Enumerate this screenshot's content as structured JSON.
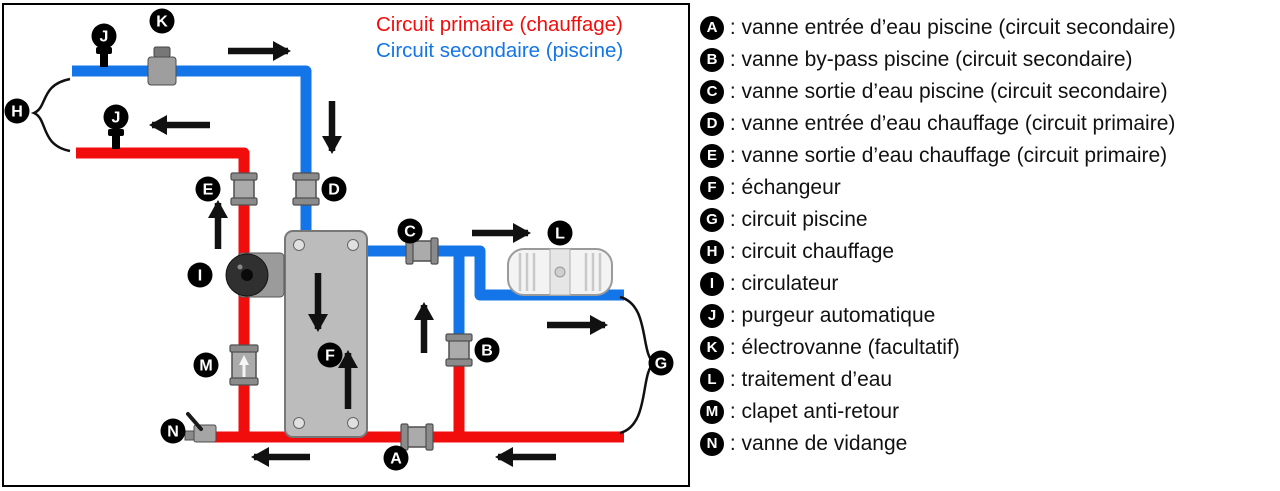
{
  "colors": {
    "primary_red": "#f20d0d",
    "secondary_blue": "#1375e8",
    "component_gray": "#ababab",
    "exchanger_gray": "#bcbcbc",
    "badge_black": "#000000",
    "arrow_black": "#111111"
  },
  "diagram": {
    "title_primary": "Circuit primaire (chauffage)",
    "title_secondary": "Circuit secondaire (piscine)",
    "badges": {
      "A": "A",
      "B": "B",
      "C": "C",
      "D": "D",
      "E": "E",
      "F": "F",
      "G": "G",
      "H": "H",
      "I": "I",
      "J": "J",
      "K": "K",
      "L": "L",
      "M": "M",
      "N": "N"
    }
  },
  "legend": {
    "separator": " : ",
    "items": [
      {
        "letter": "A",
        "text": "vanne entrée d’eau piscine (circuit secondaire)"
      },
      {
        "letter": "B",
        "text": "vanne by-pass piscine (circuit secondaire)"
      },
      {
        "letter": "C",
        "text": "vanne sortie d’eau piscine (circuit secondaire)"
      },
      {
        "letter": "D",
        "text": "vanne entrée d’eau chauffage (circuit primaire)"
      },
      {
        "letter": "E",
        "text": "vanne sortie d’eau chauffage (circuit primaire)"
      },
      {
        "letter": "F",
        "text": "échangeur"
      },
      {
        "letter": "G",
        "text": "circuit piscine"
      },
      {
        "letter": "H",
        "text": "circuit chauffage"
      },
      {
        "letter": "I",
        "text": "circulateur"
      },
      {
        "letter": "J",
        "text": "purgeur automatique"
      },
      {
        "letter": "K",
        "text": "électrovanne (facultatif)"
      },
      {
        "letter": "L",
        "text": "traitement d’eau"
      },
      {
        "letter": "M",
        "text": "clapet anti-retour"
      },
      {
        "letter": "N",
        "text": "vanne de vidange"
      }
    ]
  }
}
